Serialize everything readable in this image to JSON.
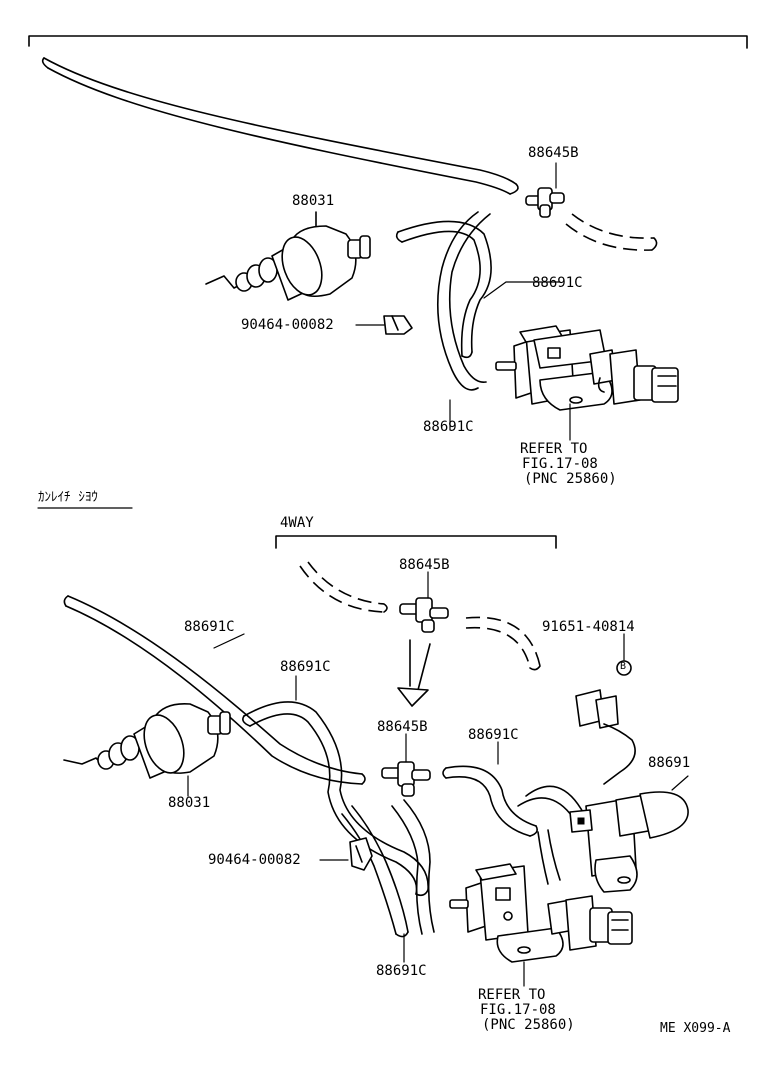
{
  "top": {
    "labels": {
      "joint_top": "88645B",
      "vsv_top": "88031",
      "hose_top_right": "88691C",
      "clamp_top": "90464-00082",
      "hose_top_bottom": "88691C",
      "refer_1": "REFER TO",
      "refer_2": "FIG.17-08",
      "refer_3": "(PNC 25860)"
    }
  },
  "section_title": "ｶﾝﾚｲﾁ ｼﾖｳ",
  "bottom": {
    "bracket_label": "4WAY",
    "labels": {
      "joint_upper": "88645B",
      "hose_left_long": "88691C",
      "hose_left_loop": "88691C",
      "joint_lower": "88645B",
      "hose_mid_right": "88691C",
      "bolt": "91651-40814",
      "bolt_marker": "B",
      "vsv_bottom": "88031",
      "valve_right": "88691",
      "clamp_bottom": "90464-00082",
      "hose_bottom": "88691C",
      "refer_1": "REFER TO",
      "refer_2": "FIG.17-08",
      "refer_3": "(PNC 25860)"
    }
  },
  "figure_code": "ME X099-A"
}
